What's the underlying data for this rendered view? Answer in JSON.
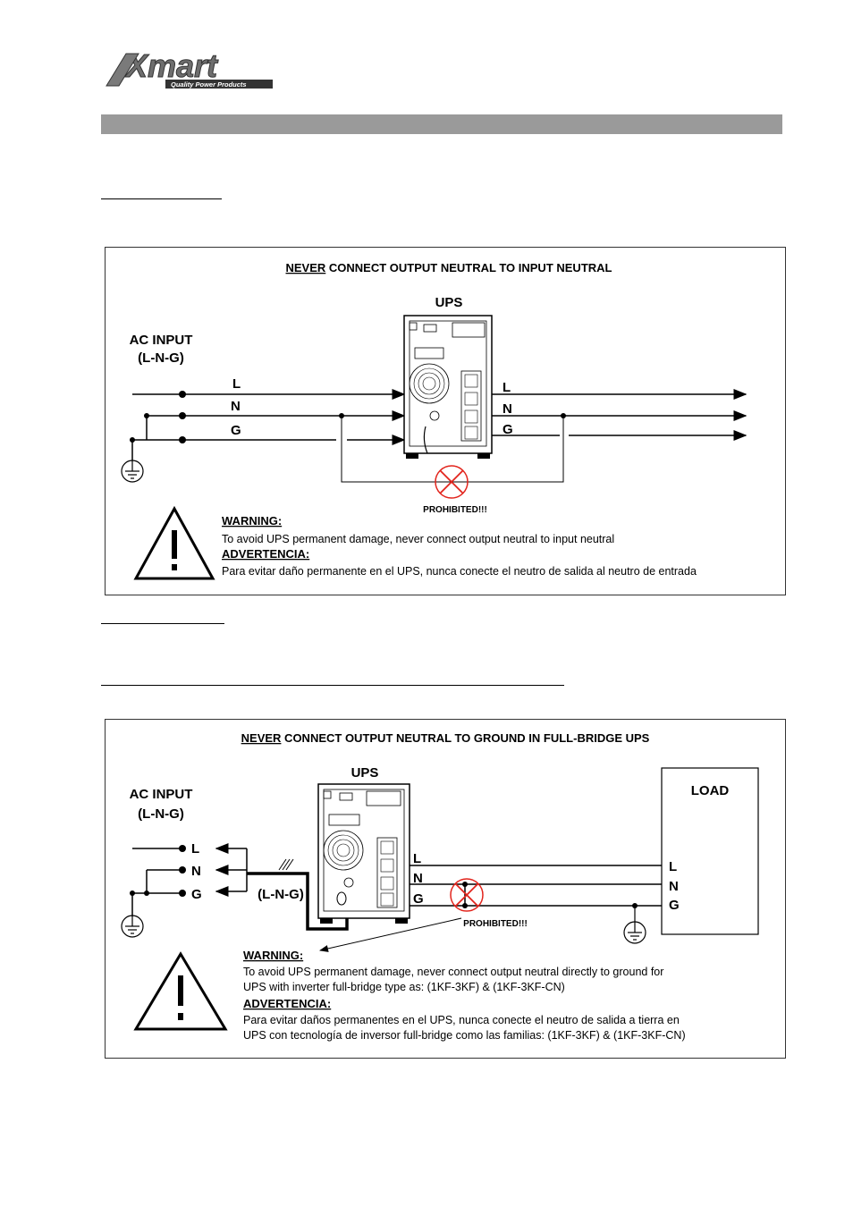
{
  "logo": {
    "brand": "Xmart",
    "tagline": "Quality Power Products"
  },
  "colors": {
    "banner": "#9a9a9a",
    "prohibited": "#e2241c",
    "line": "#000000"
  },
  "diagram1": {
    "title_emph": "NEVER",
    "title_rest": " CONNECT OUTPUT NEUTRAL TO INPUT NEUTRAL",
    "ups_label": "UPS",
    "ac_input_line1": "AC INPUT",
    "ac_input_line2": "(L-N-G)",
    "input_labels": [
      "L",
      "N",
      "G"
    ],
    "output_labels": [
      "L",
      "N",
      "G"
    ],
    "prohibited": "PROHIBITED!!!",
    "warning_title": "WARNING:",
    "warning_text": "To avoid UPS permanent damage, never connect output neutral to input neutral",
    "advertencia_title": "ADVERTENCIA:",
    "advertencia_text": "Para evitar daño permanente en el UPS, nunca conecte el neutro de salida al neutro de entrada"
  },
  "diagram2": {
    "title_emph": "NEVER",
    "title_rest": " CONNECT OUTPUT NEUTRAL TO GROUND IN FULL-BRIDGE UPS",
    "ups_label": "UPS",
    "load_label": "LOAD",
    "ac_input_line1": "AC INPUT",
    "ac_input_line2": "(L-N-G)",
    "input_labels": [
      "L",
      "N",
      "G"
    ],
    "cable_label": "(L-N-G)",
    "output_labels": [
      "L",
      "N",
      "G"
    ],
    "load_labels": [
      "L",
      "N",
      "G"
    ],
    "prohibited": "PROHIBITED!!!",
    "warning_title": "WARNING:",
    "warning_line1": "To avoid UPS permanent damage, never connect output neutral directly to ground for",
    "warning_line2": "UPS with inverter full-bridge type as: (1KF-3KF) & (1KF-3KF-CN)",
    "advertencia_title": "ADVERTENCIA:",
    "advertencia_line1": "Para evitar daños permanentes en el UPS, nunca conecte el neutro de salida a tierra en",
    "advertencia_line2": "UPS con tecnología de inversor full-bridge como las familias: (1KF-3KF) & (1KF-3KF-CN)"
  }
}
